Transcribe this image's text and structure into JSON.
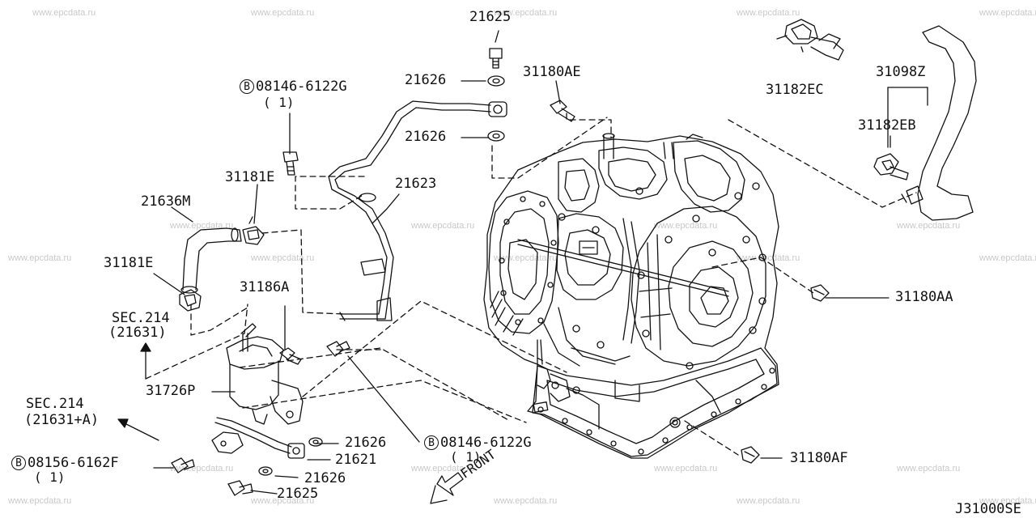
{
  "watermark": "www.epcdata.ru",
  "diagram_code": "J31000SE",
  "bolt_prefix": "B",
  "front_label": "FRONT",
  "labels": {
    "p21625_top": "21625",
    "p21626_a": "21626",
    "p21626_b": "21626",
    "p31180AE": "31180AE",
    "p31182EC": "31182EC",
    "p31098Z": "31098Z",
    "p31182EB": "31182EB",
    "p08146_top": "08146-6122G",
    "qty_08146_top": "( 1)",
    "p31181E_a": "31181E",
    "p21636M": "21636M",
    "p21623": "21623",
    "p31181E_b": "31181E",
    "p31186A": "31186A",
    "sec214_a": "SEC.214",
    "sec214_a_sub": "(21631)",
    "p31180AA": "31180AA",
    "p31726P": "31726P",
    "sec214_b": "SEC.214",
    "sec214_b_sub": "(21631+A)",
    "p21626_c": "21626",
    "p21621": "21621",
    "p08146_bot": "08146-6122G",
    "qty_08146_bot": "( 1)",
    "p08156": "08156-6162F",
    "qty_08156": "( 1)",
    "p21626_d": "21626",
    "p21625_bot": "21625",
    "p31180AF": "31180AF"
  }
}
